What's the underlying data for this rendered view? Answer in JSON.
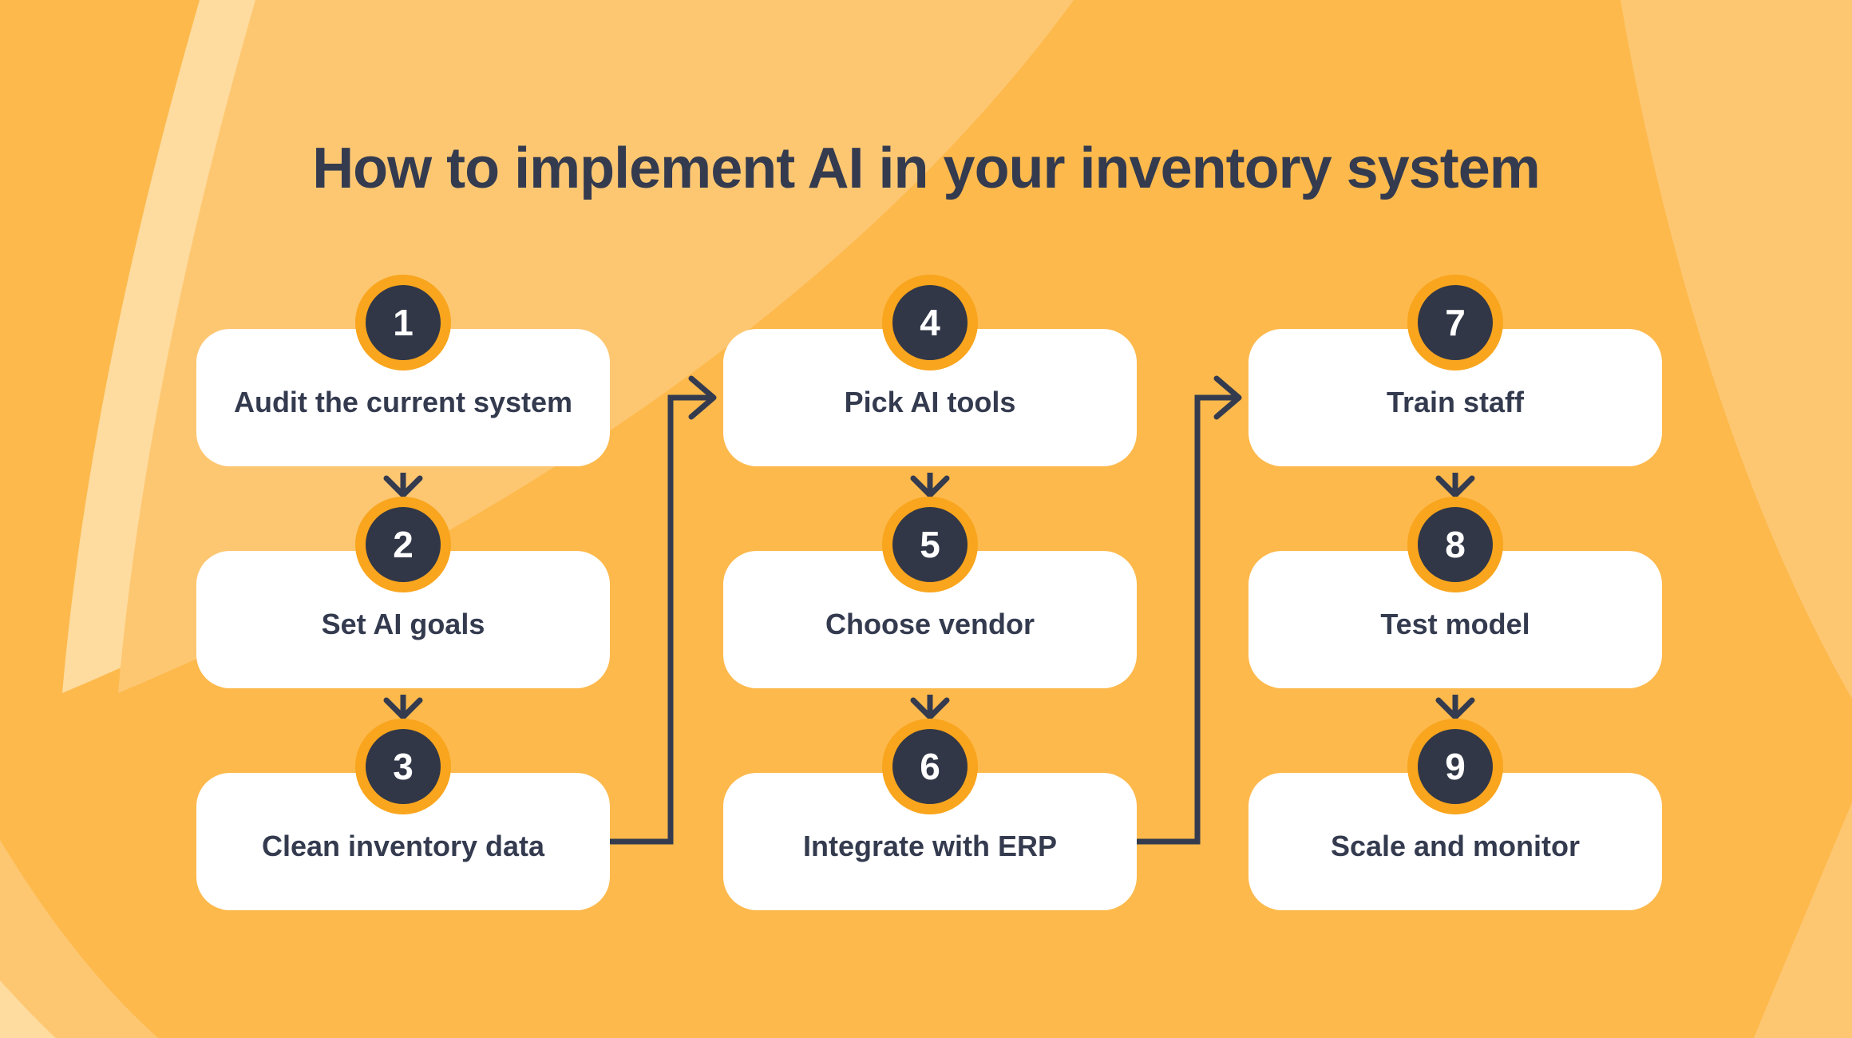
{
  "title": "How to implement AI in your inventory system",
  "steps": [
    {
      "number": "1",
      "label": "Audit the current system"
    },
    {
      "number": "2",
      "label": "Set AI goals"
    },
    {
      "number": "3",
      "label": "Clean inventory data"
    },
    {
      "number": "4",
      "label": "Pick AI tools"
    },
    {
      "number": "5",
      "label": "Choose vendor"
    },
    {
      "number": "6",
      "label": "Integrate with ERP"
    },
    {
      "number": "7",
      "label": "Train staff"
    },
    {
      "number": "8",
      "label": "Test model"
    },
    {
      "number": "9",
      "label": "Scale and monitor"
    }
  ],
  "flow_connections": [
    "1-2",
    "2-3",
    "3-4",
    "4-5",
    "5-6",
    "6-7",
    "7-8",
    "8-9"
  ],
  "colors": {
    "background": "#FDB94C",
    "background_blob_light": "#FDC772",
    "background_blob_pale": "#FEDB9E",
    "card_background": "#FFFFFF",
    "text": "#343B4F",
    "number_circle_fill": "#313747",
    "number_circle_ring": "#F9A51D",
    "number_text": "#FFFFFF",
    "connector": "#343B4F"
  }
}
